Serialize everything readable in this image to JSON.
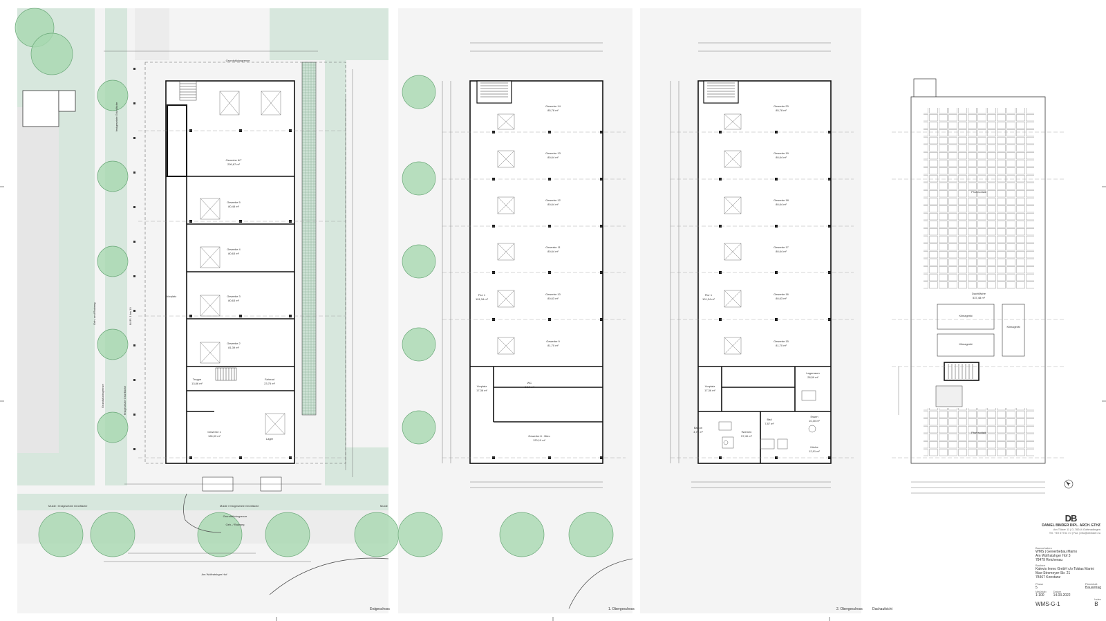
{
  "sheet": {
    "floors": [
      {
        "id": "eg",
        "title": "Erdgeschoss"
      },
      {
        "id": "og1",
        "title": "1. Obergeschoss"
      },
      {
        "id": "og2",
        "title": "2. Obergeschoss"
      },
      {
        "id": "dach",
        "title": "Dachaufsicht"
      }
    ],
    "street_labels": {
      "street": "Am Wolfratshger Hof",
      "strip_a": "Mulde / festgesetzte Grünfläche",
      "strip_b": "Mulde / festgesetzte Grünfläche",
      "strip_c": "Mulde",
      "road": "Grundstücksgrenze",
      "walkway": "Geh- / Radweg",
      "vertical_1": "festgesetzte Grünfläche",
      "vertical_2": "Geh- und Radweg",
      "vertical_3": "festgesetzte Grünfläche",
      "vertical_4": "Grundstücksgrenze",
      "parking_count": "Bl./Pl. 1 bis 10",
      "depth": "Grundstücksgrenze"
    },
    "eg_rooms": [
      {
        "name": "Gewerbe 6/7",
        "area": "209,67 m²"
      },
      {
        "name": "Gewerbe 5",
        "area": "80,48 m²"
      },
      {
        "name": "Gewerbe 4",
        "area": "80,63 m²"
      },
      {
        "name": "Gewerbe 3",
        "area": "80,63 m²"
      },
      {
        "name": "Gewerbe 2",
        "area": "81,39 m²"
      },
      {
        "name": "Gewerbe 1",
        "area": "126,09 m²"
      },
      {
        "name": "Treppe",
        "area": "13,86 m²"
      },
      {
        "name": "Fahrrad",
        "area": "23,75 m²"
      },
      {
        "name": "Lager",
        "area": ""
      },
      {
        "name": "Vorplatz",
        "area": ""
      }
    ],
    "og1_rooms": [
      {
        "name": "Gewerbe 14",
        "area": "85,78 m²"
      },
      {
        "name": "Gewerbe 13",
        "area": "80,64 m²"
      },
      {
        "name": "Gewerbe 12",
        "area": "80,64 m²"
      },
      {
        "name": "Gewerbe 11",
        "area": "80,64 m²"
      },
      {
        "name": "Gewerbe 10",
        "area": "80,63 m²"
      },
      {
        "name": "Gewerbe 9",
        "area": "81,70 m²"
      },
      {
        "name": "Flur 1",
        "area": "101,34 m²"
      },
      {
        "name": "Gewerbe 8 - Büro",
        "area": "120,10 m²"
      },
      {
        "name": "Vorplatz",
        "area": "17,36 m²"
      },
      {
        "name": "WC",
        "area": "8,10 m²"
      }
    ],
    "og2_rooms": [
      {
        "name": "Gewerbe 20",
        "area": "85,78 m²"
      },
      {
        "name": "Gewerbe 19",
        "area": "80,64 m²"
      },
      {
        "name": "Gewerbe 18",
        "area": "80,64 m²"
      },
      {
        "name": "Gewerbe 17",
        "area": "80,64 m²"
      },
      {
        "name": "Gewerbe 16",
        "area": "80,63 m²"
      },
      {
        "name": "Gewerbe 15",
        "area": "81,70 m²"
      },
      {
        "name": "Flur 1",
        "area": "101,34 m²"
      },
      {
        "name": "Vorplatz",
        "area": "17,36 m²"
      },
      {
        "name": "Lagerraum",
        "area": "28,59 m²"
      },
      {
        "name": "Wohnen",
        "area": "57,40 m²"
      },
      {
        "name": "Essen",
        "area": "10,30 m²"
      },
      {
        "name": "Küche",
        "area": "12,91 m²"
      },
      {
        "name": "Bad",
        "area": "7,87 m²"
      },
      {
        "name": "Balkon",
        "area": "4,70 m²"
      }
    ],
    "roof_labels": {
      "pv_top": "Photovoltaik",
      "roof": "Dachfläche",
      "roof_area": "537,48 m²",
      "unit_a": "Klimagerät",
      "unit_b": "Klimagerät",
      "unit_c": "Klimagerät",
      "pv_bottom": "Photovoltaik"
    }
  },
  "titleblock": {
    "logo": "DB",
    "firm": "DANIEL BINDER DIPL. ARCH. ETHZ",
    "firm_addr": "Am Tölzer 11 | D-78244 Gottmadingen",
    "firm_contact": "Tel. +49 07731 / 0 | Fax | info@dbinder.eu",
    "project_label": "Bauvorhaben",
    "project_1": "WMS | Gewerbebau Mamo",
    "project_2": "Am Wolfratshger Hof 3",
    "project_3": "78479 Reichenau",
    "client_label": "Bauherr",
    "client_1": "Kalevis Immo GmbH c/o Tobias Marini",
    "client_2": "Max-Stromeyer-Str. 21",
    "client_3": "78467 Konstanz",
    "plan_label": "Planinhalt",
    "plan_value": "Bauantrag",
    "scale_label": "Maßstab",
    "scale": "1:100",
    "date_label": "Datum",
    "date": "14.03.2022",
    "index_label": "Index",
    "index": "B",
    "sheet_no": "WMS-G-1",
    "phase_label": "Phase",
    "phase": "5"
  }
}
